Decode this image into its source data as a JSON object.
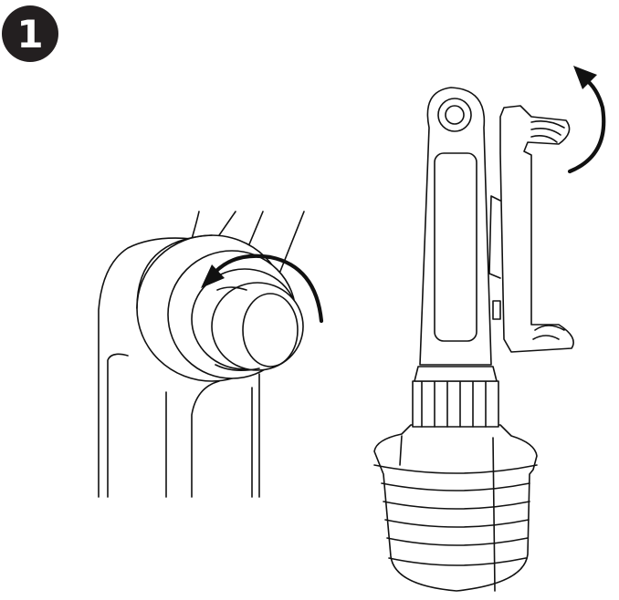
{
  "step": {
    "number": "1"
  },
  "figures": [
    {
      "name": "knob-closeup",
      "rotation": "counterclockwise-arrow-icon"
    },
    {
      "name": "cup-holder-mount",
      "rotation": "counterclockwise-arrow-icon"
    }
  ],
  "colors": {
    "ink": "#111111",
    "badge": "#231f20",
    "background": "#ffffff"
  }
}
